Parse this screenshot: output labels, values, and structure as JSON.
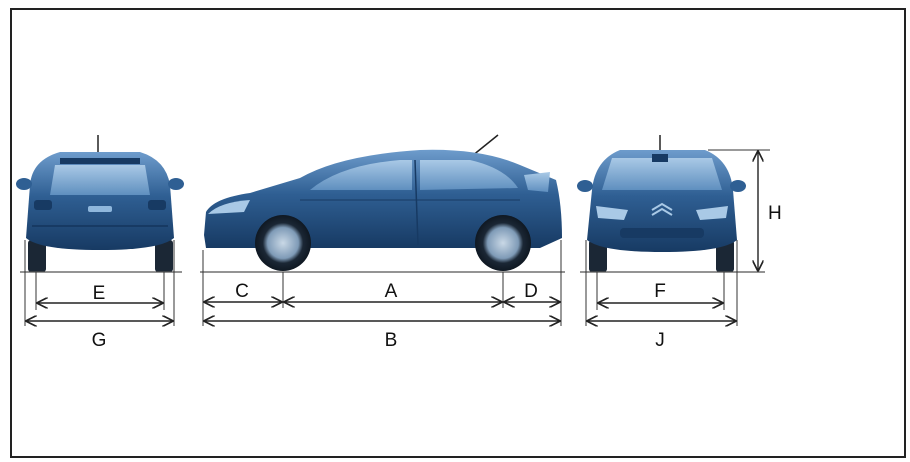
{
  "diagram": {
    "dimension_labels": {
      "A": "A",
      "B": "B",
      "C": "C",
      "D": "D",
      "E": "E",
      "F": "F",
      "G": "G",
      "H": "H",
      "J": "J"
    },
    "views": [
      "rear-view",
      "side-view",
      "front-view"
    ],
    "colors": {
      "body": "#2f5f93",
      "body_dark": "#173a63",
      "body_light": "#6e9ccc",
      "glass": "#8fb7dc",
      "tire": "#1b2735",
      "line": "#222222"
    }
  }
}
